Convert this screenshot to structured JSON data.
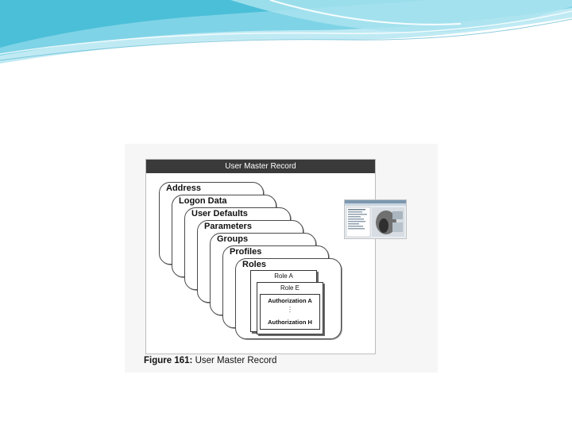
{
  "diagram": {
    "title": "User Master Record",
    "cards": [
      {
        "label": "Address"
      },
      {
        "label": "Logon Data"
      },
      {
        "label": "User Defaults"
      },
      {
        "label": "Parameters"
      },
      {
        "label": "Groups"
      },
      {
        "label": "Profiles"
      },
      {
        "label": "Roles"
      }
    ],
    "roles": {
      "role_a": "Role A",
      "role_e": "Role E",
      "auth_a": "Authorization A",
      "auth_h": "Authorization H"
    }
  },
  "caption": {
    "number": "Figure 161:",
    "text": "User Master Record"
  },
  "colors": {
    "header_teal": "#4bbfd8",
    "header_light": "#a9e3ef",
    "title_bar": "#3a3a3a"
  },
  "icons": {
    "thumbnail": "sap-screen-thumbnail"
  }
}
